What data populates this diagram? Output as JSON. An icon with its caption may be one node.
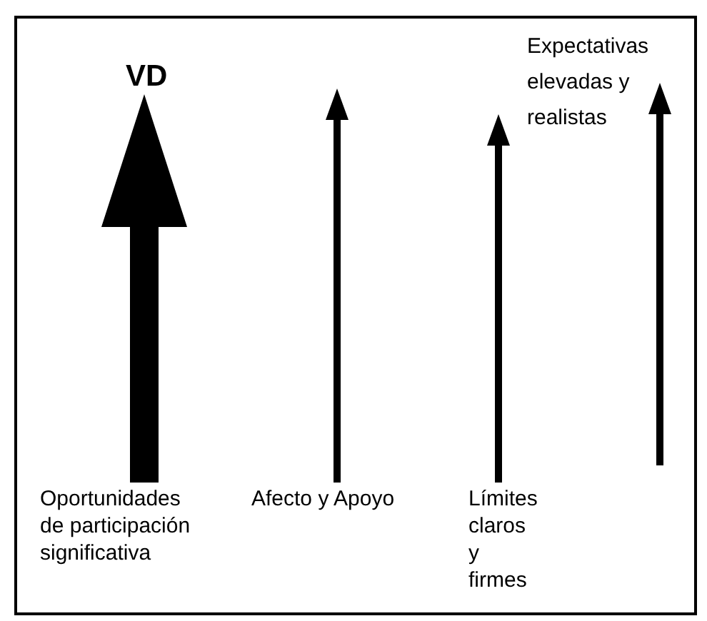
{
  "diagram": {
    "nodes": [
      {
        "text": [
          "Oportunidades de participación significativa"
        ]
      },
      {
        "text": [
          "Afecto y Apoyo"
        ]
      },
      {
        "text": [
          "Límites claros y firmes"
        ]
      },
      {
        "text": [
          "Expectativas elevadas y realistas"
        ]
      },
      {
        "text": [
          "VD"
        ]
      }
    ],
    "edges": [
      {
        "from": 0,
        "to": 4,
        "arrow": "to",
        "style": "thick"
      },
      {
        "from": 1,
        "to": null,
        "arrow": "to"
      },
      {
        "from": 2,
        "to": null,
        "arrow": "to"
      },
      {
        "from": null,
        "to": 3,
        "arrow": "to"
      }
    ]
  }
}
